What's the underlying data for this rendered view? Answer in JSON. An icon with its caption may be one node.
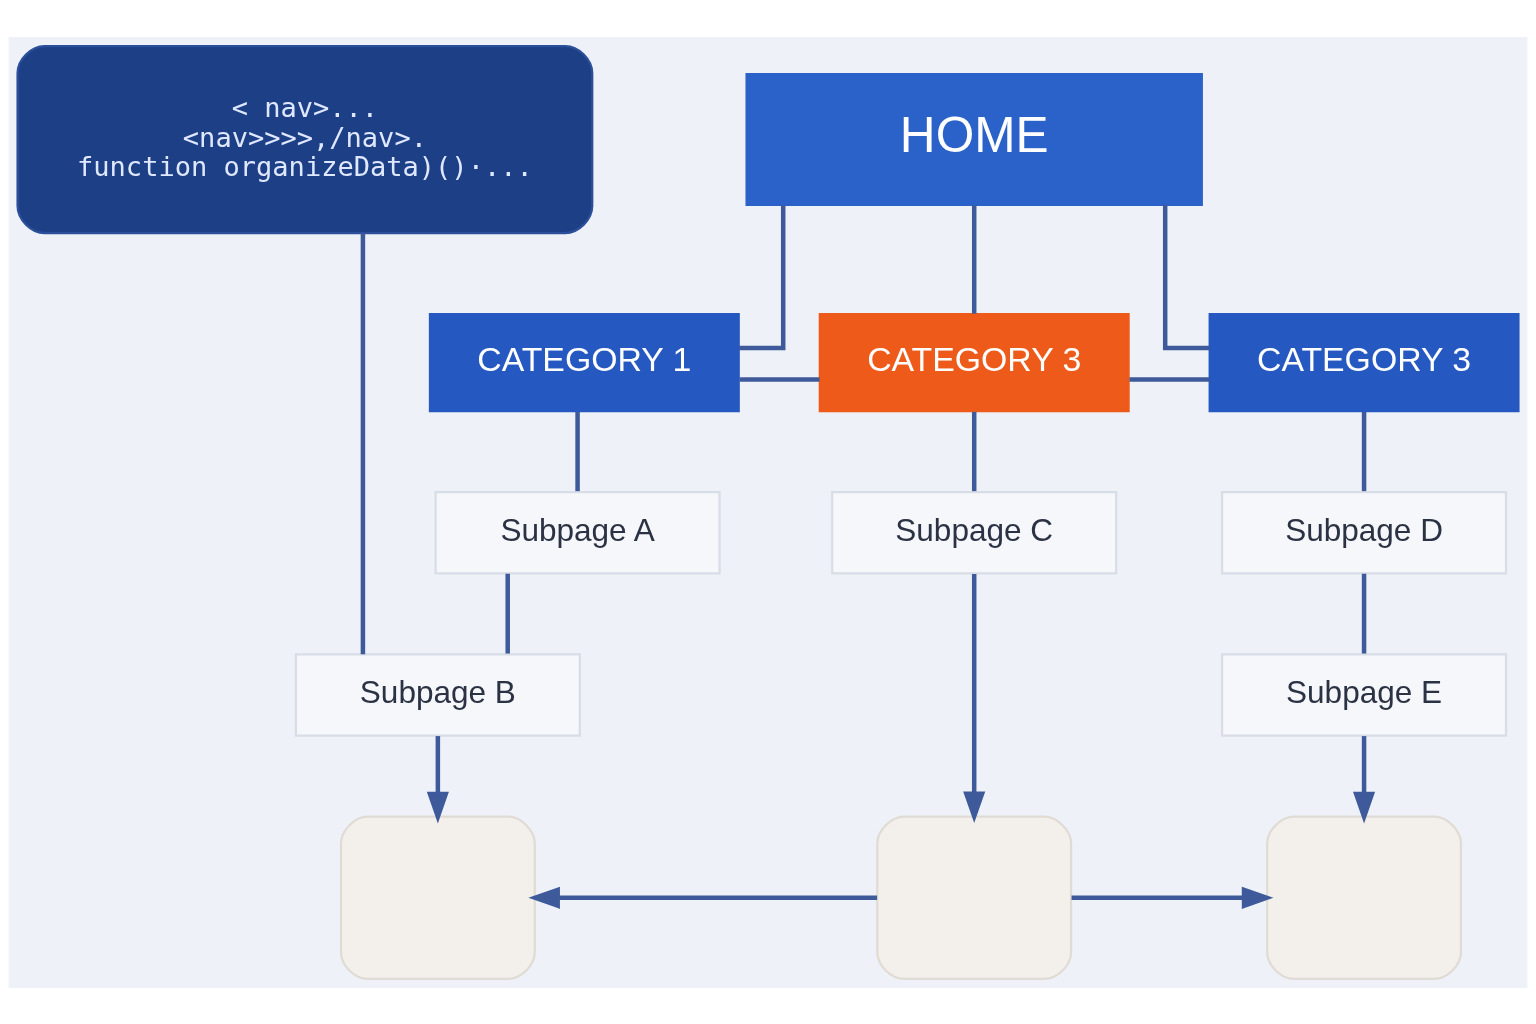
{
  "diagram": {
    "nodes": [
      {
        "text": [
          "< nav>...",
          "<nav>>>>,/nav>.",
          "function organizeData)()·..."
        ]
      },
      {
        "text": [
          "HOME"
        ]
      },
      {
        "text": [
          "CATEGORY 1"
        ]
      },
      {
        "text": [
          "CATEGORY 3"
        ]
      },
      {
        "text": [
          "CATEGORY 3"
        ]
      },
      {
        "text": [
          "Subpage A"
        ]
      },
      {
        "text": [
          "Subpage C"
        ]
      },
      {
        "text": [
          "Subpage D"
        ]
      },
      {
        "text": [
          "Subpage B"
        ]
      },
      {
        "text": [
          "Subpage E"
        ]
      },
      {
        "text": [],
        "shape": "box"
      },
      {
        "text": [],
        "shape": "box"
      },
      {
        "text": [],
        "shape": "box"
      }
    ],
    "edges": [
      {
        "from": 1,
        "to": 2,
        "arrow": "none"
      },
      {
        "from": 1,
        "to": 3,
        "arrow": "none"
      },
      {
        "from": 1,
        "to": 4,
        "arrow": "none"
      },
      {
        "from": 2,
        "to": 3,
        "arrow": "none"
      },
      {
        "from": 3,
        "to": 4,
        "arrow": "none"
      },
      {
        "from": 2,
        "to": 5,
        "arrow": "none"
      },
      {
        "from": 3,
        "to": 6,
        "arrow": "none"
      },
      {
        "from": 4,
        "to": 7,
        "arrow": "none"
      },
      {
        "from": 5,
        "to": 8,
        "arrow": "none"
      },
      {
        "from": 7,
        "to": 9,
        "arrow": "none"
      },
      {
        "from": 0,
        "to": 8,
        "arrow": "none"
      },
      {
        "from": 8,
        "to": 10,
        "arrow": "to"
      },
      {
        "from": 6,
        "to": 11,
        "arrow": "to"
      },
      {
        "from": 9,
        "to": 12,
        "arrow": "to"
      },
      {
        "from": 11,
        "to": 10,
        "arrow": "to"
      },
      {
        "from": 11,
        "to": 12,
        "arrow": "to"
      }
    ]
  }
}
